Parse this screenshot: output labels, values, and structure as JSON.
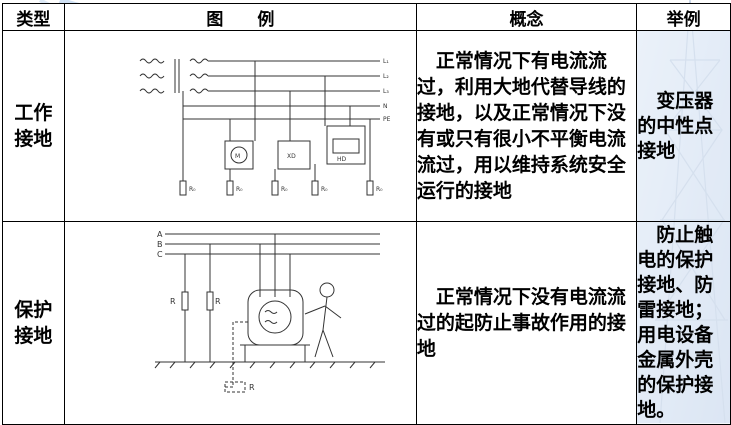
{
  "headers": {
    "type": "类型",
    "figure": "图例",
    "concept": "概念",
    "example": "举例"
  },
  "rows": [
    {
      "type": "工作\n接地",
      "concept": "正常情况下有电流流过，利用大地代替导线的接地，以及正常情况下没有或只有很小不平衡电流流过，用以维持系统安全运行的接地",
      "example": "变压器的中性点接地",
      "figure_labels": {
        "lines": [
          "L₁",
          "L₂",
          "L₃",
          "N",
          "PE"
        ],
        "boxes": [
          "M",
          "XD",
          "HD"
        ],
        "resistors": [
          "R₀",
          "R₀",
          "R₀",
          "R₀",
          "R₀"
        ]
      }
    },
    {
      "type": "保护\n接地",
      "concept": "正常情况下没有电流流过的起防止事故作用的接地",
      "example": "防止触电的保护接地、防雷接地；用电设备金属外壳的保护接地。",
      "figure_labels": {
        "lines": [
          "A",
          "B",
          "C"
        ],
        "resistors": [
          "R",
          "R",
          "R"
        ]
      }
    }
  ],
  "colors": {
    "border": "#000000",
    "text": "#000000",
    "background_deco": "#cfdcef"
  }
}
